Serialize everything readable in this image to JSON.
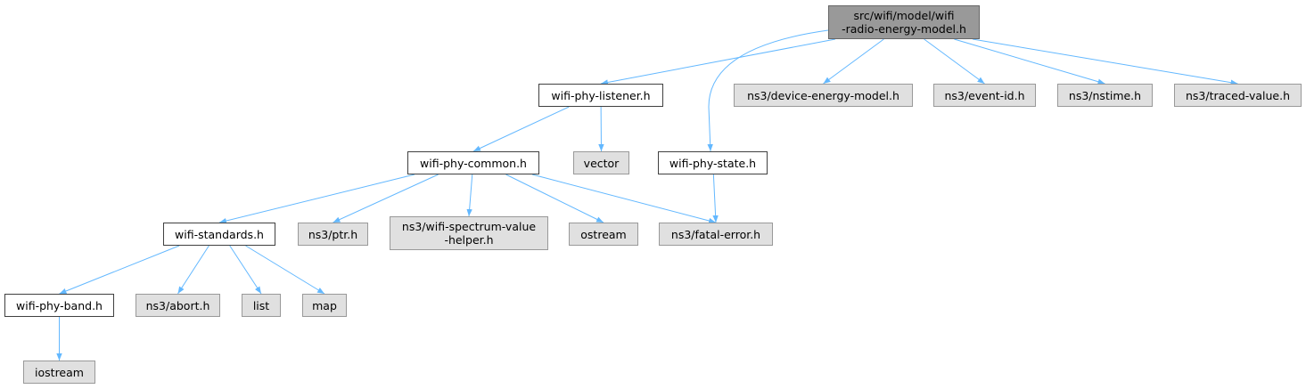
{
  "nodes": [
    {
      "id": "root",
      "lines": [
        "src/wifi/model/wifi",
        "-radio-energy-model.h"
      ],
      "kind": "root"
    },
    {
      "id": "listener",
      "lines": [
        "wifi-phy-listener.h"
      ],
      "kind": "file"
    },
    {
      "id": "devenergy",
      "lines": [
        "ns3/device-energy-model.h"
      ],
      "kind": "ext"
    },
    {
      "id": "eventid",
      "lines": [
        "ns3/event-id.h"
      ],
      "kind": "ext"
    },
    {
      "id": "nstime",
      "lines": [
        "ns3/nstime.h"
      ],
      "kind": "ext"
    },
    {
      "id": "traced",
      "lines": [
        "ns3/traced-value.h"
      ],
      "kind": "ext"
    },
    {
      "id": "common",
      "lines": [
        "wifi-phy-common.h"
      ],
      "kind": "file"
    },
    {
      "id": "vector",
      "lines": [
        "vector"
      ],
      "kind": "ext"
    },
    {
      "id": "state",
      "lines": [
        "wifi-phy-state.h"
      ],
      "kind": "file"
    },
    {
      "id": "standards",
      "lines": [
        "wifi-standards.h"
      ],
      "kind": "file"
    },
    {
      "id": "ptr",
      "lines": [
        "ns3/ptr.h"
      ],
      "kind": "ext"
    },
    {
      "id": "spectrum",
      "lines": [
        "ns3/wifi-spectrum-value",
        "-helper.h"
      ],
      "kind": "ext"
    },
    {
      "id": "ostream",
      "lines": [
        "ostream"
      ],
      "kind": "ext"
    },
    {
      "id": "fatal",
      "lines": [
        "ns3/fatal-error.h"
      ],
      "kind": "ext"
    },
    {
      "id": "band",
      "lines": [
        "wifi-phy-band.h"
      ],
      "kind": "file"
    },
    {
      "id": "abort",
      "lines": [
        "ns3/abort.h"
      ],
      "kind": "ext"
    },
    {
      "id": "list",
      "lines": [
        "list"
      ],
      "kind": "ext"
    },
    {
      "id": "map",
      "lines": [
        "map"
      ],
      "kind": "ext"
    },
    {
      "id": "iostream",
      "lines": [
        "iostream"
      ],
      "kind": "ext"
    }
  ],
  "edges": [
    [
      "root",
      "listener"
    ],
    [
      "root",
      "devenergy"
    ],
    [
      "root",
      "eventid"
    ],
    [
      "root",
      "nstime"
    ],
    [
      "root",
      "traced"
    ],
    [
      "root",
      "state"
    ],
    [
      "listener",
      "common"
    ],
    [
      "listener",
      "vector"
    ],
    [
      "common",
      "standards"
    ],
    [
      "common",
      "ptr"
    ],
    [
      "common",
      "spectrum"
    ],
    [
      "common",
      "ostream"
    ],
    [
      "common",
      "fatal"
    ],
    [
      "state",
      "fatal"
    ],
    [
      "standards",
      "band"
    ],
    [
      "standards",
      "abort"
    ],
    [
      "standards",
      "list"
    ],
    [
      "standards",
      "map"
    ],
    [
      "band",
      "iostream"
    ]
  ],
  "colors": {
    "edge": "#63b8ff",
    "file_bg": "#ffffff",
    "ext_bg": "#e0e0e0",
    "root_bg": "#999999"
  }
}
